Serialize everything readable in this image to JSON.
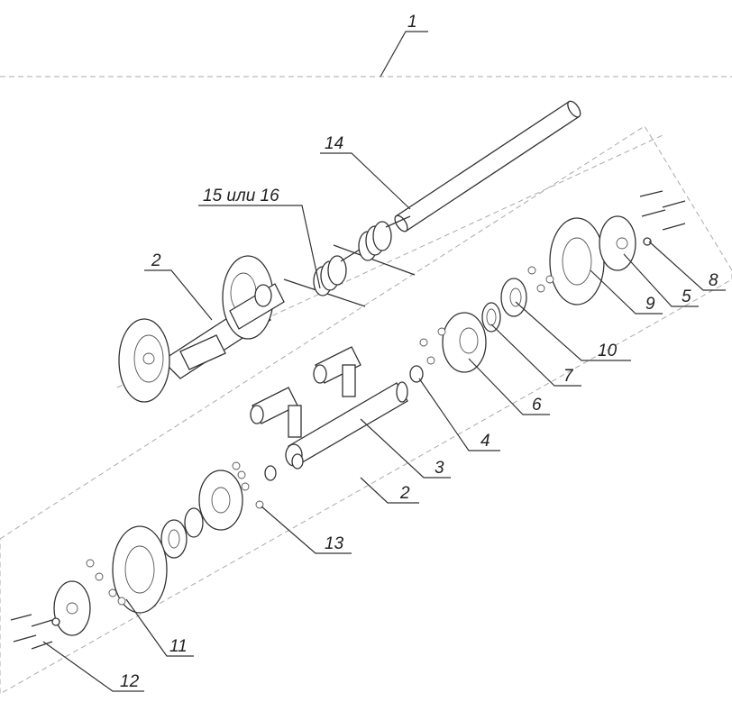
{
  "diagram": {
    "type": "exploded assembly drawing",
    "callouts": {
      "c1": "1",
      "c14": "14",
      "c15": "15 или 16",
      "c2a": "2",
      "c8": "8",
      "c5": "5",
      "c9": "9",
      "c10": "10",
      "c7": "7",
      "c6": "6",
      "c4": "4",
      "c3": "3",
      "c2b": "2",
      "c13": "13",
      "c11": "11",
      "c12": "12"
    }
  }
}
